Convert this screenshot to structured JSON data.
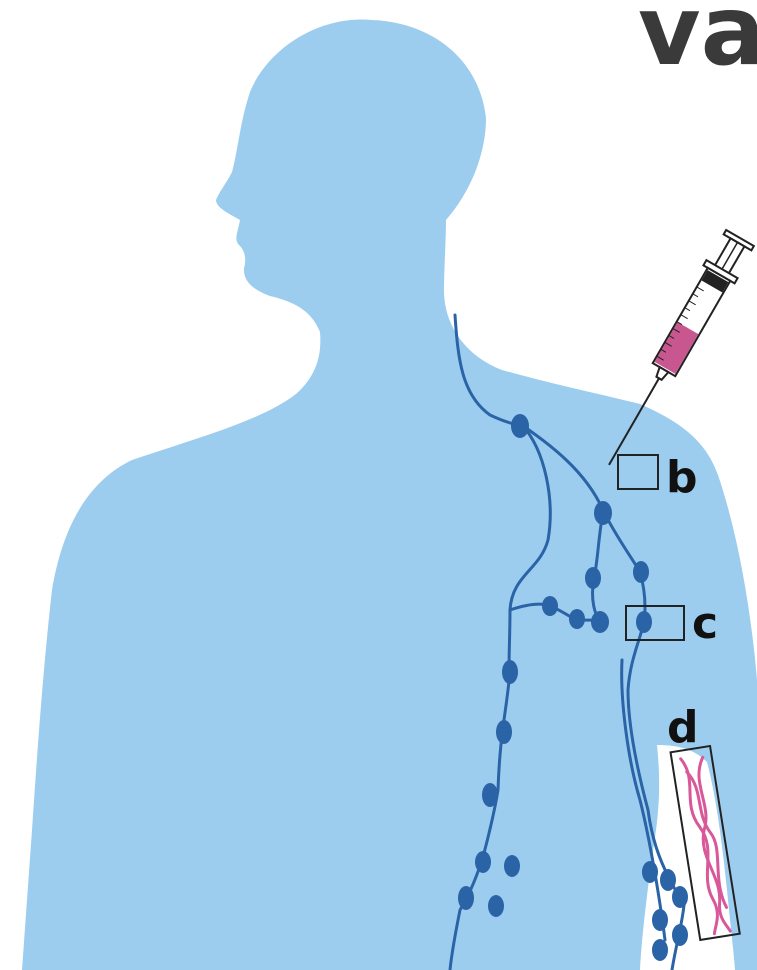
{
  "title_fragment": "va",
  "labels": {
    "b": "b",
    "c": "c",
    "d": "d"
  },
  "colors": {
    "body": "#9ccdee",
    "vessel": "#2a63a6",
    "node": "#2a63a6",
    "capillary": "#d8589a",
    "syringe_fluid": "#c9578f",
    "outline": "#222222",
    "text": "#111111"
  }
}
